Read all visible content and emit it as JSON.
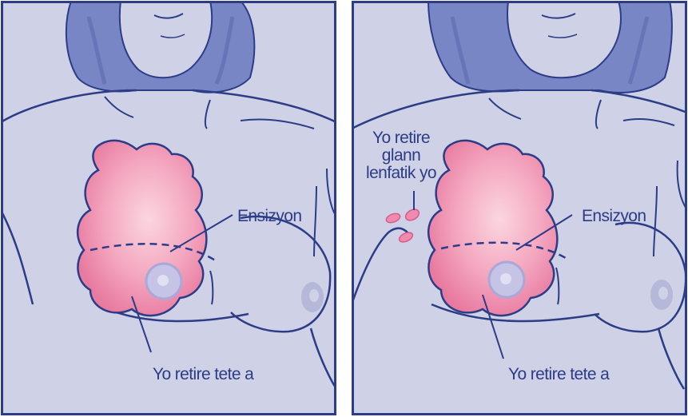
{
  "left_panel": {
    "incision_label": "Ensizyon",
    "removed_label": "Yo retire tete a"
  },
  "right_panel": {
    "incision_label": "Ensizyon",
    "removed_label": "Yo retire tete a",
    "lymph_label_lines": [
      "Yo retire",
      "glann",
      "lenfatik yo"
    ]
  },
  "colors": {
    "skin": "#cfd1e6",
    "outline": "#2c3c86",
    "hair": "#7886c5",
    "breast_tissue": "#ef8fae",
    "areola": "#b6b8da",
    "lymph_node": "#f08bb0"
  }
}
